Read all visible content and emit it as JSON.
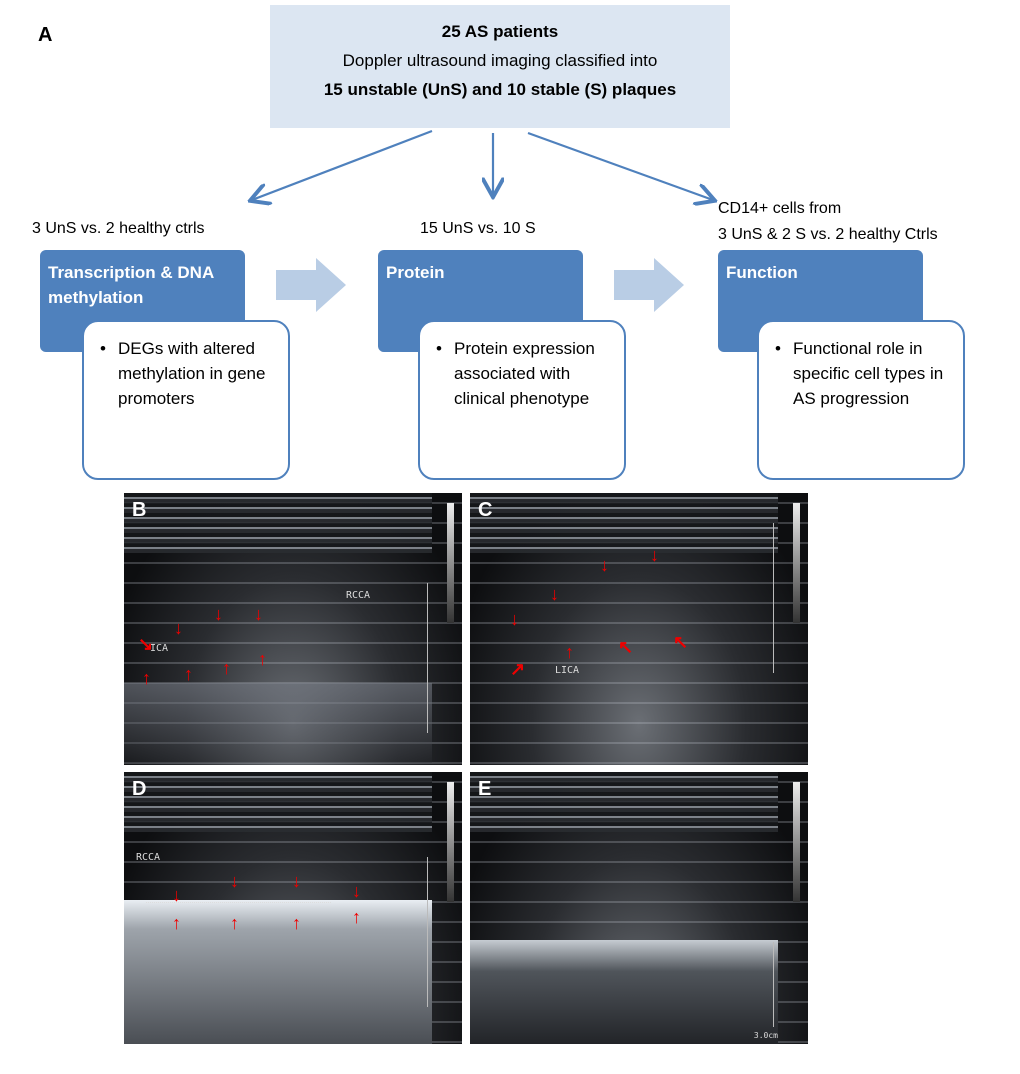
{
  "panel_label_A": "A",
  "top_box": {
    "line1": "25 AS patients",
    "line2": "Doppler ultrasound imaging  classified into",
    "line3": "15 unstable  (UnS) and 10 stable (S) plaques"
  },
  "columns": [
    {
      "caption": "3 UnS vs. 2 healthy ctrls",
      "header": "Transcription & DNA methylation",
      "bullet": "DEGs with altered methylation in gene promoters"
    },
    {
      "caption": "15 UnS vs. 10 S",
      "header": "Protein",
      "bullet": "Protein expression associated with clinical phenotype"
    },
    {
      "caption_line1": "CD14+ cells from",
      "caption_line2": "3 UnS & 2 S vs. 2 healthy Ctrls",
      "header": "Function",
      "bullet": "Functional role in specific cell types in AS progression"
    }
  ],
  "bullet_char": "•",
  "images": {
    "B": {
      "letter": "B",
      "labels": [
        "ICA",
        "RCCA"
      ]
    },
    "C": {
      "letter": "C",
      "labels": [
        "LICA"
      ]
    },
    "D": {
      "letter": "D",
      "labels": [
        "RCCA"
      ]
    },
    "E": {
      "letter": "E",
      "labels": [
        "3.0cm"
      ]
    }
  },
  "colors": {
    "box_blue": "#4f81bd",
    "light_blue": "#dce6f2",
    "block_arrow": "#b9cde5",
    "plaque_arrow": "#e00000"
  }
}
